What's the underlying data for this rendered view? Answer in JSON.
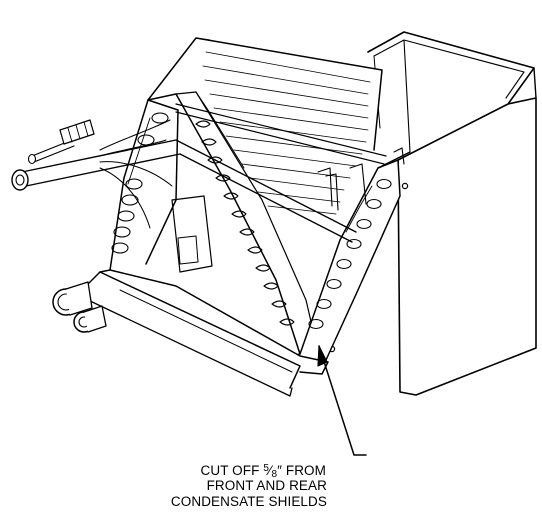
{
  "callout": {
    "prefix": "CUT OFF ",
    "fraction_numerator": "5",
    "fraction_slash": "⁄",
    "fraction_denominator": "8",
    "suffix": "″ FROM",
    "line2": "FRONT AND REAR",
    "line3": "CONDENSATE SHIELDS"
  },
  "colors": {
    "ink": "#000000",
    "paper": "#ffffff"
  }
}
